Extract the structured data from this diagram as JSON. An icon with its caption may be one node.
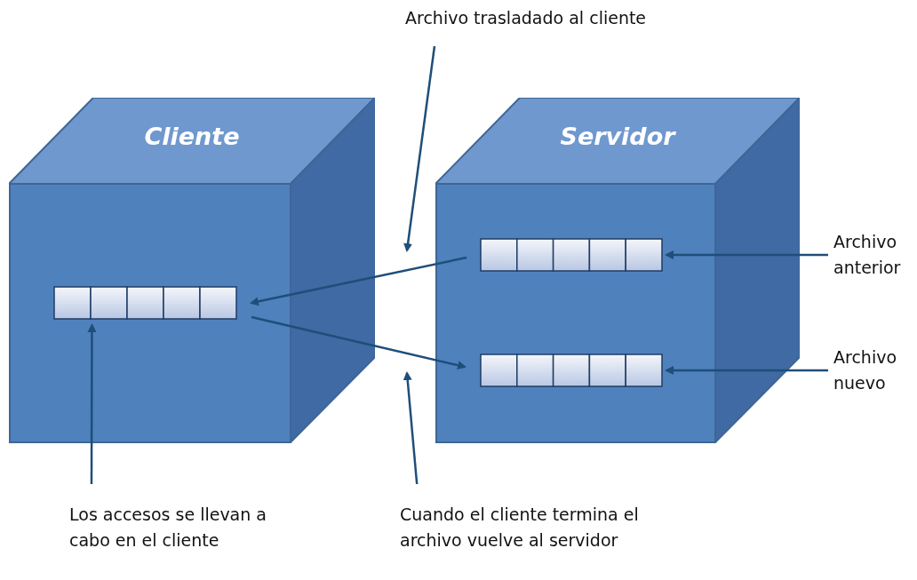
{
  "diagram": {
    "nodes": [
      {
        "text": [
          "Cliente"
        ]
      },
      {
        "text": [
          "Servidor"
        ]
      },
      {
        "text": [],
        "shape": "bar",
        "in": 0
      },
      {
        "text": [],
        "shape": "bar",
        "in": 1
      },
      {
        "text": [],
        "shape": "bar",
        "in": 1
      },
      {
        "text": [
          "Archivo trasladado al cliente"
        ]
      },
      {
        "text": [
          "Archivo anterior"
        ]
      },
      {
        "text": [
          "Archivo nuevo"
        ]
      },
      {
        "text": [
          "Los accesos se llevan a cabo en el cliente"
        ]
      },
      {
        "text": [
          "Cuando el cliente termina el archivo vuelve al servidor"
        ]
      }
    ],
    "edges": [
      {
        "from": 3,
        "to": 2,
        "arrow": "to"
      },
      {
        "from": 2,
        "to": 4,
        "arrow": "to"
      },
      {
        "from": 5,
        "to": null,
        "arrow": "to"
      },
      {
        "from": 6,
        "to": 3,
        "arrow": "to"
      },
      {
        "from": 7,
        "to": 4,
        "arrow": "to"
      },
      {
        "from": 8,
        "to": 2,
        "arrow": "to"
      },
      {
        "from": 9,
        "to": null,
        "arrow": "to"
      }
    ]
  }
}
